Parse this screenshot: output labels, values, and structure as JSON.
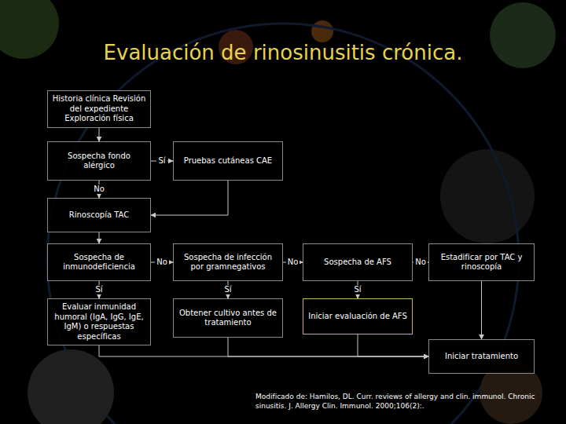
{
  "diagram": {
    "title": "Evaluación de rinosinusitis crónica.",
    "caption": "Modificado de: Hamilos, DL. Curr. reviews of allergy and clin. immunol. Chronic sinusitis. J. Allergy Clin. Immunol. 2000;106(2):.",
    "nodes": [
      {
        "text": [
          "Historia clínica Revisión del expediente Exploración física"
        ]
      },
      {
        "text": [
          "Sospecha fondo alérgico"
        ]
      },
      {
        "text": [
          "Pruebas cutáneas CAE"
        ]
      },
      {
        "text": [
          "Rinoscopía TAC"
        ]
      },
      {
        "text": [
          "Sospecha de inmunodeficiencia"
        ]
      },
      {
        "text": [
          "Sospecha de infección por gramnegativos"
        ]
      },
      {
        "text": [
          "Sospecha de AFS"
        ]
      },
      {
        "text": [
          "Estadificar por TAC y rinoscopía"
        ]
      },
      {
        "text": [
          "Evaluar inmunidad humoral (IgA, IgG, IgE, IgM) o respuestas específicas"
        ]
      },
      {
        "text": [
          "Obtener cultivo antes de tratamiento"
        ]
      },
      {
        "text": [
          "Iniciar evaluación de AFS"
        ]
      },
      {
        "text": [
          "Iniciar tratamiento"
        ]
      }
    ],
    "edges": [
      {
        "from": 0,
        "to": 1,
        "arrow": "to"
      },
      {
        "from": 1,
        "to": 2,
        "label": "Sí",
        "arrow": "to"
      },
      {
        "from": 1,
        "to": 3,
        "label": "No",
        "arrow": "to"
      },
      {
        "from": 2,
        "to": 3,
        "arrow": "to"
      },
      {
        "from": 3,
        "to": 4,
        "arrow": "to"
      },
      {
        "from": 4,
        "to": 5,
        "label": "No",
        "arrow": "to"
      },
      {
        "from": 4,
        "to": 8,
        "label": "Sí",
        "arrow": "to"
      },
      {
        "from": 5,
        "to": 6,
        "label": "No",
        "arrow": "to"
      },
      {
        "from": 5,
        "to": 9,
        "label": "Sí",
        "arrow": "to"
      },
      {
        "from": 6,
        "to": 7,
        "label": "No",
        "arrow": "to"
      },
      {
        "from": 6,
        "to": 10,
        "label": "Sí",
        "arrow": "to"
      },
      {
        "from": 7,
        "to": 11,
        "arrow": "to"
      },
      {
        "from": 8,
        "to": 11,
        "arrow": "to"
      },
      {
        "from": 9,
        "to": 11,
        "arrow": "to"
      },
      {
        "from": 10,
        "to": 11,
        "arrow": "to"
      }
    ]
  }
}
